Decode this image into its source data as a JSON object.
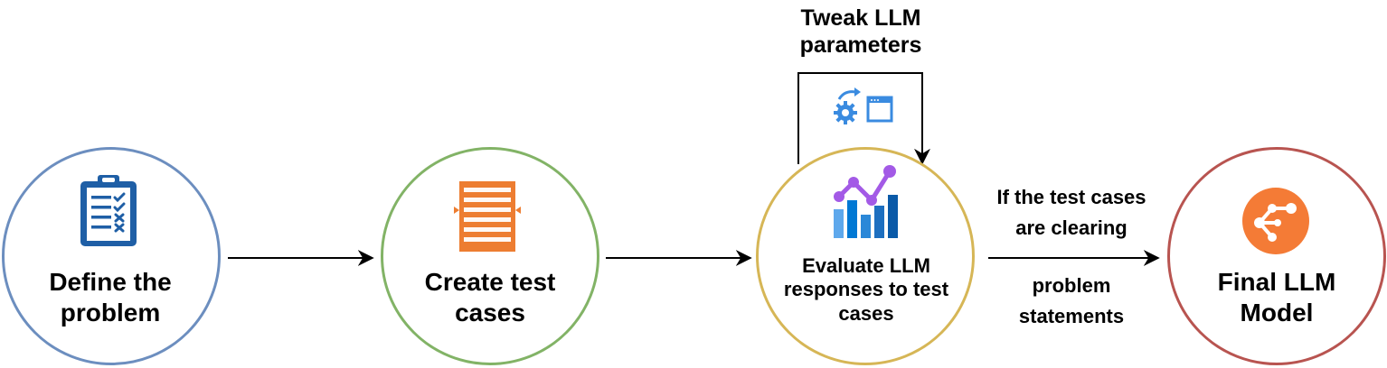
{
  "nodes": {
    "define": {
      "line1": "Define the",
      "line2": "problem",
      "color": "#6c8ebf"
    },
    "create": {
      "line1": "Create test",
      "line2": "cases",
      "color": "#82b366"
    },
    "evaluate": {
      "line1": "Evaluate LLM",
      "line2": "responses to test",
      "line3": "cases",
      "color": "#d6b656"
    },
    "final": {
      "line1": "Final LLM",
      "line2": "Model",
      "color": "#b85450"
    }
  },
  "loop_label": {
    "line1": "Tweak LLM",
    "line2": "parameters"
  },
  "condition_label": {
    "line1": "If the test cases",
    "line2": "are clearing",
    "line3": "problem",
    "line4": "statements"
  },
  "colors": {
    "clipboard": "#1f5fa6",
    "test_cases": "#ed7d31",
    "settings": "#3a8be0",
    "chart_bars": "#0078d4",
    "chart_line": "#a35ae6",
    "final_icon": "#f47b36",
    "arrow": "#000000"
  }
}
